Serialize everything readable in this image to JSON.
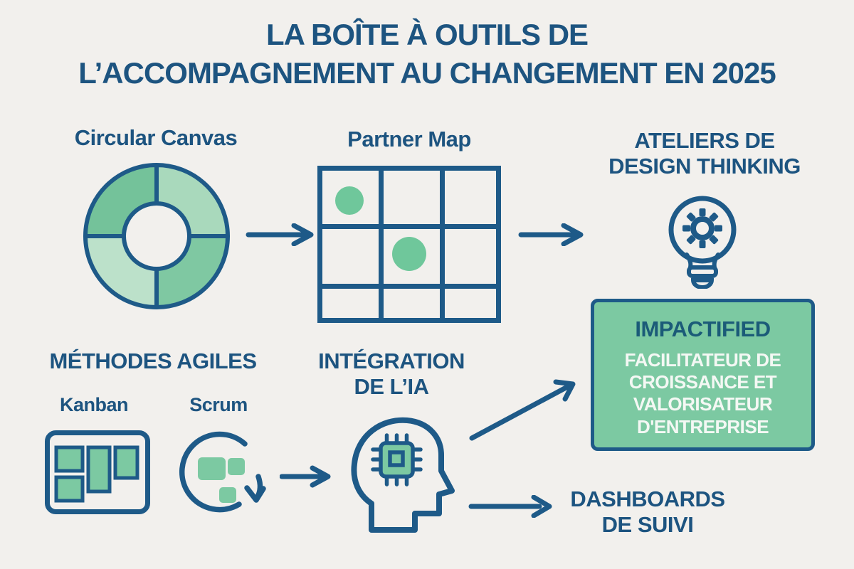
{
  "page": {
    "background": "#f2f0ed"
  },
  "colors": {
    "primary_blue": "#1e5a88",
    "title_blue": "#1d5480",
    "impactified_text_blue": "#1b5b78",
    "green_box": "#7cc9a2",
    "green_dark_segment": "#74c29a",
    "green_light_segment": "#a9d9bc",
    "green_lighter_segment": "#bce1ca",
    "green_dot": "#6fc79b",
    "white_text": "#f4f8f4"
  },
  "title": {
    "line1": "LA BOÎTE À OUTILS DE",
    "line2": "L’ACCOMPAGNEMENT AU CHANGEMENT EN 2025"
  },
  "sections": {
    "circular_canvas": {
      "label": "Circular Canvas"
    },
    "partner_map": {
      "label": "Partner Map"
    },
    "design_thinking": {
      "label": "ATELIERS DE\nDESIGN THINKING"
    },
    "agile": {
      "heading": "MÉTHODES AGILES",
      "kanban_label": "Kanban",
      "scrum_label": "Scrum"
    },
    "ai_integration": {
      "label": "INTÉGRATION\nDE L’IA"
    },
    "dashboards": {
      "label": "DASHBOARDS\nDE SUIVI"
    }
  },
  "impactified_box": {
    "name": "IMPACTIFIED",
    "subtitle": "FACILITATEUR DE\nCROISSANCE ET\nVALORISATEUR\nD'ENTREPRISE"
  }
}
